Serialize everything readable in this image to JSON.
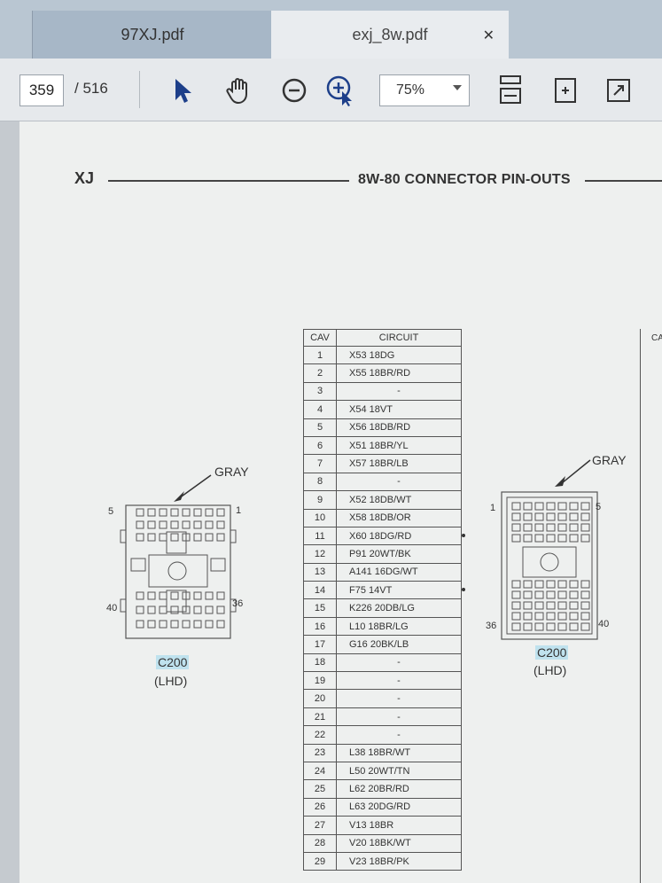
{
  "tabs": [
    {
      "label": "97XJ.pdf",
      "active": false
    },
    {
      "label": "exj_8w.pdf",
      "active": true
    }
  ],
  "toolbar": {
    "page_current": "359",
    "page_total": "/ 516",
    "zoom": "75%",
    "icons": [
      "select-arrow-icon",
      "hand-tool-icon",
      "zoom-out-icon",
      "zoom-in-icon",
      "fit-page-icon",
      "rotate-icon",
      "fullscreen-icon"
    ]
  },
  "document": {
    "header_left": "XJ",
    "header_title": "8W-80 CONNECTOR PIN-OUTS",
    "table_headers": {
      "cav": "CAV",
      "circuit": "CIRCUIT"
    },
    "rows": [
      {
        "cav": "1",
        "circuit": "X53 18DG",
        "dot": false
      },
      {
        "cav": "2",
        "circuit": "X55 18BR/RD",
        "dot": false
      },
      {
        "cav": "3",
        "circuit": "-",
        "dot": false
      },
      {
        "cav": "4",
        "circuit": "X54 18VT",
        "dot": false
      },
      {
        "cav": "5",
        "circuit": "X56 18DB/RD",
        "dot": false
      },
      {
        "cav": "6",
        "circuit": "X51 18BR/YL",
        "dot": false
      },
      {
        "cav": "7",
        "circuit": "X57 18BR/LB",
        "dot": false
      },
      {
        "cav": "8",
        "circuit": "-",
        "dot": false
      },
      {
        "cav": "9",
        "circuit": "X52 18DB/WT",
        "dot": false
      },
      {
        "cav": "10",
        "circuit": "X58 18DB/OR",
        "dot": false
      },
      {
        "cav": "11",
        "circuit": "X60 18DG/RD",
        "dot": true
      },
      {
        "cav": "12",
        "circuit": "P91 20WT/BK",
        "dot": false
      },
      {
        "cav": "13",
        "circuit": "A141 16DG/WT",
        "dot": false
      },
      {
        "cav": "14",
        "circuit": "F75 14VT",
        "dot": true
      },
      {
        "cav": "15",
        "circuit": "K226 20DB/LG",
        "dot": false
      },
      {
        "cav": "16",
        "circuit": "L10 18BR/LG",
        "dot": false
      },
      {
        "cav": "17",
        "circuit": "G16 20BK/LB",
        "dot": false
      },
      {
        "cav": "18",
        "circuit": "-",
        "dot": false
      },
      {
        "cav": "19",
        "circuit": "-",
        "dot": false
      },
      {
        "cav": "20",
        "circuit": "-",
        "dot": false
      },
      {
        "cav": "21",
        "circuit": "-",
        "dot": false
      },
      {
        "cav": "22",
        "circuit": "-",
        "dot": false
      },
      {
        "cav": "23",
        "circuit": "L38 18BR/WT",
        "dot": false
      },
      {
        "cav": "24",
        "circuit": "L50 20WT/TN",
        "dot": false
      },
      {
        "cav": "25",
        "circuit": "L62 20BR/RD",
        "dot": false
      },
      {
        "cav": "26",
        "circuit": "L63 20DG/RD",
        "dot": false
      },
      {
        "cav": "27",
        "circuit": "V13 18BR",
        "dot": false
      },
      {
        "cav": "28",
        "circuit": "V20 18BK/WT",
        "dot": false
      },
      {
        "cav": "29",
        "circuit": "V23 18BR/PK",
        "dot": false
      }
    ],
    "connector_left": {
      "color": "GRAY",
      "name": "C200",
      "side": "(LHD)",
      "pin_tl": "5",
      "pin_tr": "1",
      "pin_bl": "40",
      "pin_br": "36"
    },
    "connector_right": {
      "color": "GRAY",
      "name": "C200",
      "side": "(LHD)",
      "pin_tl": "1",
      "pin_tr": "5",
      "pin_bl": "36",
      "pin_br": "40"
    },
    "right_table_header_partial": "CA"
  },
  "colors": {
    "accent": "#b9c6d2",
    "highlight": "#bfe2ee"
  }
}
